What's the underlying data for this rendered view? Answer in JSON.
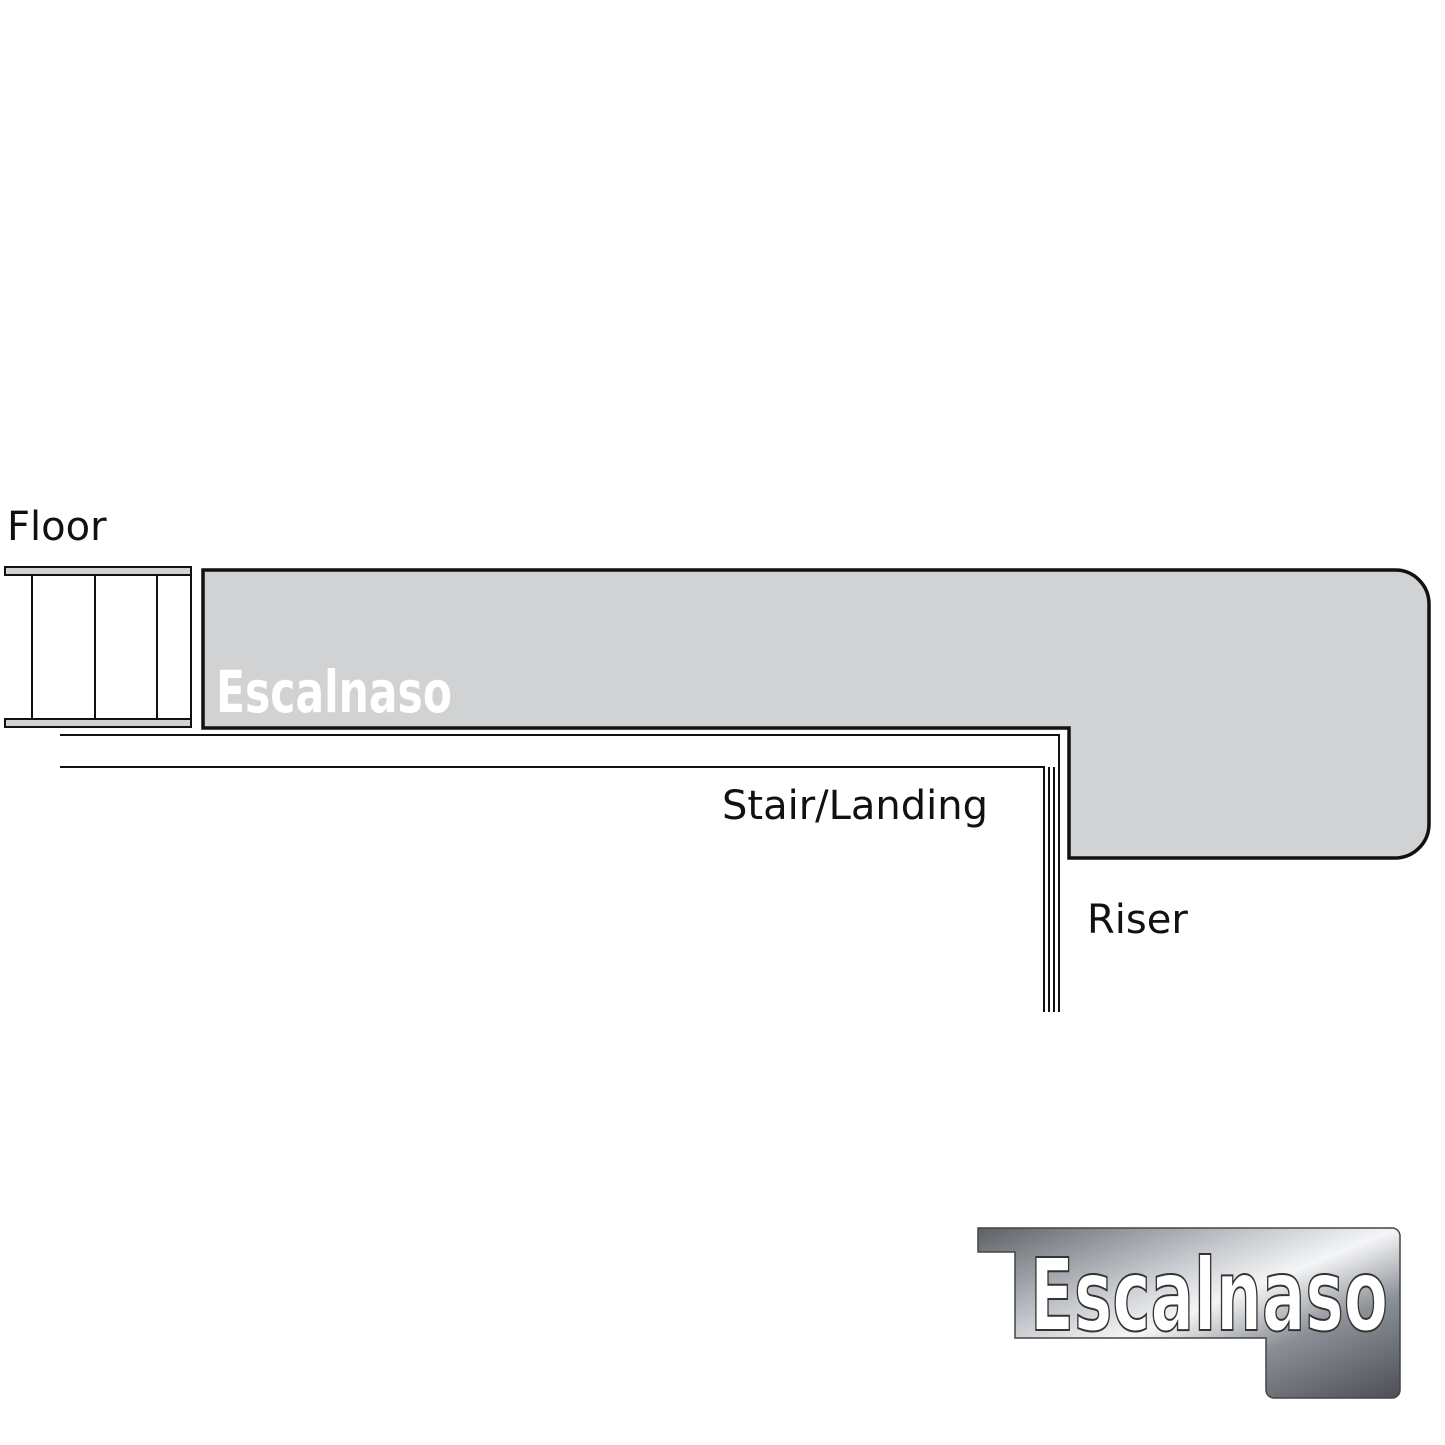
{
  "labels": {
    "floor": "Floor",
    "stair_landing": "Stair/Landing",
    "riser": "Riser"
  },
  "watermark": "Escalnaso",
  "logo": "Escalnaso",
  "colors": {
    "profile_fill": "#d1d2d4",
    "stroke": "#111111",
    "watermark": "#ffffff"
  }
}
